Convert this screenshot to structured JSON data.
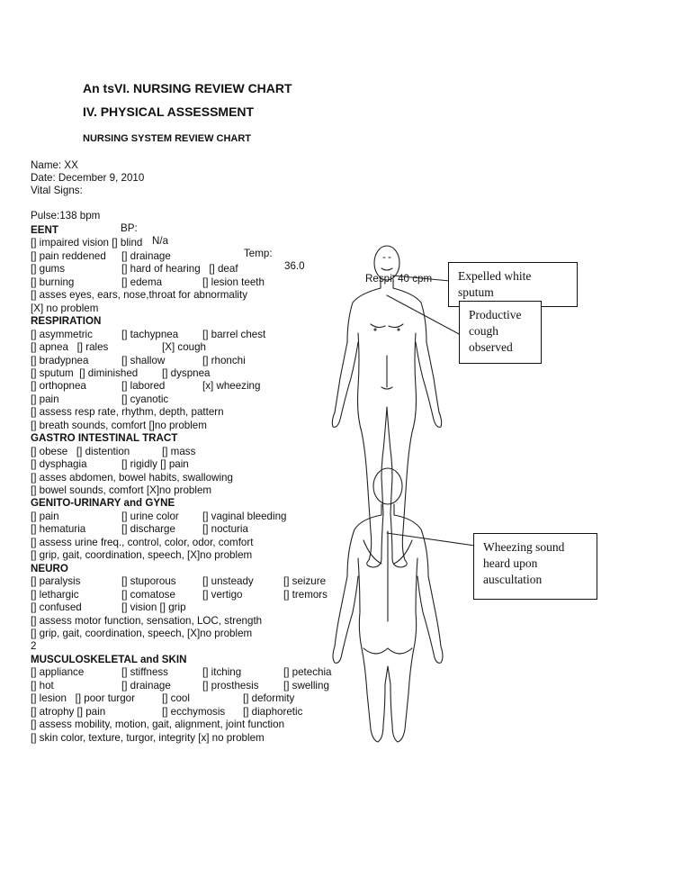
{
  "title1": "An tsVI. NURSING REVIEW CHART",
  "title2": "IV. PHYSICAL ASSESSMENT",
  "chart_title": "NURSING SYSTEM REVIEW CHART",
  "patient": {
    "name": "Name: XX",
    "date": "Date: December 9, 2010",
    "vital_label": "Vital Signs:",
    "pulse": "Pulse:138 bpm",
    "bp_label": "BP:",
    "bp_value": "N/a",
    "temp_label": "Temp:",
    "temp_value": "36.0",
    "respi": "Respi: 40 cpm"
  },
  "sections": {
    "eent": {
      "heading": "EENT",
      "rows": [
        [
          "[] impaired vision [] blind"
        ],
        [
          "[] pain reddened",
          "[] drainage"
        ],
        [
          "[] gums",
          "[] hard of hearing   [] deaf"
        ],
        [
          "[] burning",
          "[] edema",
          "[] lesion teeth"
        ],
        [
          "[] asses eyes, ears, nose,throat for abnormality"
        ],
        [
          "[X] no problem"
        ]
      ]
    },
    "respiration": {
      "heading": "RESPIRATION",
      "rows": [
        [
          "[] asymmetric",
          "[] tachypnea",
          "[] barrel chest"
        ],
        [
          "[] apnea   [] rales",
          "[X] cough"
        ],
        [
          "[] bradypnea",
          "[] shallow",
          "[] rhonchi"
        ],
        [
          "[] sputum  [] diminished",
          "[] dyspnea"
        ],
        [
          "[] orthopnea",
          "[] labored",
          "[x] wheezing"
        ],
        [
          "[] pain",
          "[] cyanotic"
        ],
        [
          "[] assess resp rate, rhythm, depth, pattern"
        ],
        [
          "[] breath sounds, comfort []no problem"
        ]
      ]
    },
    "gastro": {
      "heading": "GASTRO INTESTINAL TRACT",
      "rows": [
        [
          "[] obese   [] distention",
          "[] mass"
        ],
        [
          "[] dysphagia",
          "[] rigidly [] pain"
        ],
        [
          "[] asses abdomen, bowel habits, swallowing"
        ],
        [
          "[] bowel sounds, comfort [X]no problem"
        ]
      ]
    },
    "genito": {
      "heading": "GENITO-URINARY and GYNE",
      "rows": [
        [
          "[] pain",
          "[] urine color",
          "[] vaginal bleeding"
        ],
        [
          "[] hematuria",
          "[] discharge",
          "[] nocturia"
        ],
        [
          "[] assess urine freq., control, color, odor, comfort"
        ],
        [
          "[] grip, gait, coordination, speech, [X]no problem"
        ]
      ]
    },
    "neuro": {
      "heading": "NEURO",
      "rows": [
        [
          "[] paralysis",
          "[] stuporous",
          "[] unsteady",
          "[] seizure"
        ],
        [
          "[] lethargic",
          "[] comatose",
          "[] vertigo",
          "[] tremors"
        ],
        [
          "[] confused",
          "[] vision [] grip"
        ],
        [
          "[] assess motor function, sensation, LOC, strength"
        ],
        [
          "[] grip, gait, coordination, speech, [X]no problem"
        ]
      ]
    },
    "page_number": "2",
    "musculo": {
      "heading": "MUSCULOSKELETAL and SKIN",
      "rows": [
        [
          "[] appliance",
          "[] stiffness",
          "[] itching",
          "[] petechia"
        ],
        [
          "[] hot",
          "[] drainage",
          "[] prosthesis",
          "[] swelling"
        ],
        [
          "[] lesion   [] poor turgor",
          "[] cool",
          "[] deformity"
        ],
        [
          "[] atrophy [] pain",
          "[] ecchymosis",
          "[] diaphoretic"
        ],
        [
          "[] assess mobility, motion, gait, alignment, joint function"
        ],
        [
          "[] skin color, texture, turgor, integrity [x] no problem"
        ]
      ]
    }
  },
  "callouts": {
    "c1_l1": "Expelled white",
    "c1_l2": "sputum",
    "c2_l1": "Productive",
    "c2_l2": "cough",
    "c2_l3": "observed",
    "c3_l1": "Wheezing sound",
    "c3_l2": "heard upon",
    "c3_l3": "auscultation"
  }
}
